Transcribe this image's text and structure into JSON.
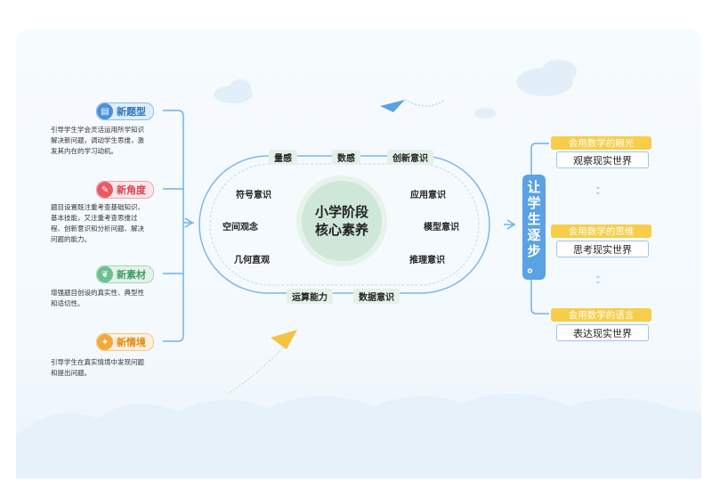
{
  "left": {
    "items": [
      {
        "tag": "新题型",
        "desc_lines": [
          "引导学生学会灵活运用所学知识",
          "解决新问题，调动学生思维，激",
          "发其内在的学习动机。"
        ]
      },
      {
        "tag": "新角度",
        "desc_lines": [
          "题目设置既注重考查基础知识、",
          "基本技能，又注重考查思维过",
          "程、创新意识和分析问题、解决",
          "问题的能力。"
        ]
      },
      {
        "tag": "新素材",
        "desc_lines": [
          "增强题目创设的真实性、典型性",
          "和适切性。"
        ]
      },
      {
        "tag": "新情境",
        "desc_lines": [
          "引导学生在真实情境中发现问题",
          "和提出问题。"
        ]
      }
    ]
  },
  "center": {
    "core_line1": "小学阶段",
    "core_line2": "核心素养",
    "top": [
      "量感",
      "数感",
      "创新意识"
    ],
    "left": [
      "符号意识",
      "空间观念",
      "几何直观"
    ],
    "right": [
      "应用意识",
      "模型意识",
      "推理意识"
    ],
    "bottom": [
      "运算能力",
      "数据意识"
    ]
  },
  "right": {
    "bar_chars": [
      "让",
      "学",
      "生",
      "逐",
      "步",
      "。"
    ],
    "items": [
      {
        "yellow": "会用数学的眼光",
        "white": "观察现实世界"
      },
      {
        "yellow": "会用数学的思维",
        "white": "思考现实世界"
      },
      {
        "yellow": "会用数学的语言",
        "white": "表达现实世界"
      }
    ]
  },
  "colors": {
    "blue": "#4a90d9",
    "red": "#e85a66",
    "green": "#6dbf8f",
    "orange": "#f2a93b",
    "yellow": "#f7cd4a",
    "core": "#cfe7d8"
  }
}
